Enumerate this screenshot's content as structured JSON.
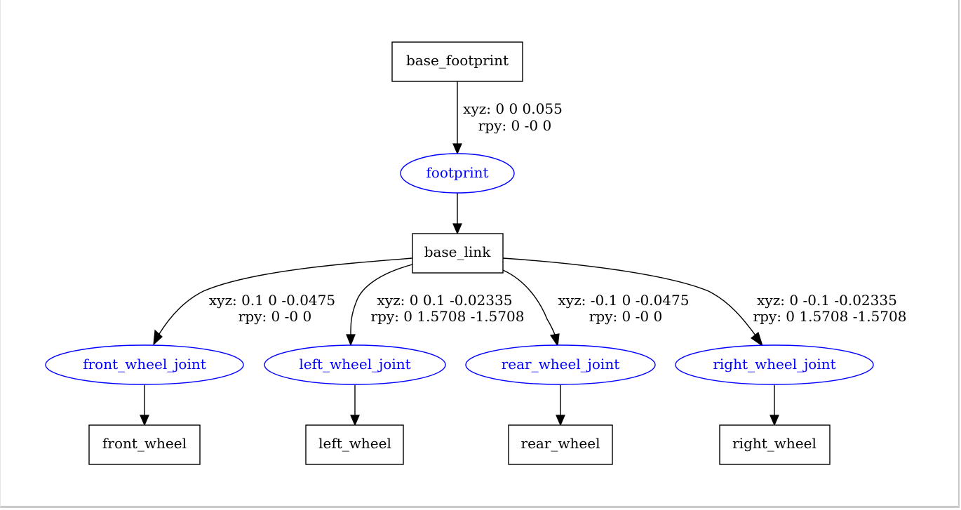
{
  "nodes": {
    "base_footprint": "base_footprint",
    "footprint": "footprint",
    "base_link": "base_link",
    "front_wheel_joint": "front_wheel_joint",
    "left_wheel_joint": "left_wheel_joint",
    "rear_wheel_joint": "rear_wheel_joint",
    "right_wheel_joint": "right_wheel_joint",
    "front_wheel": "front_wheel",
    "left_wheel": "left_wheel",
    "rear_wheel": "rear_wheel",
    "right_wheel": "right_wheel"
  },
  "edges": {
    "footprint": {
      "xyz": "xyz: 0 0 0.055",
      "rpy": "rpy: 0 -0 0"
    },
    "front_wheel_joint": {
      "xyz": "xyz: 0.1 0 -0.0475",
      "rpy": "rpy: 0 -0 0"
    },
    "left_wheel_joint": {
      "xyz": "xyz: 0 0.1 -0.02335",
      "rpy": "rpy: 0 1.5708 -1.5708"
    },
    "rear_wheel_joint": {
      "xyz": "xyz: -0.1 0 -0.0475",
      "rpy": "rpy: 0 -0 0"
    },
    "right_wheel_joint": {
      "xyz": "xyz: 0 -0.1 -0.02335",
      "rpy": "rpy: 0 1.5708 -1.5708"
    }
  },
  "colors": {
    "link": "#000000",
    "joint": "#0000ff",
    "edge": "#000000"
  }
}
